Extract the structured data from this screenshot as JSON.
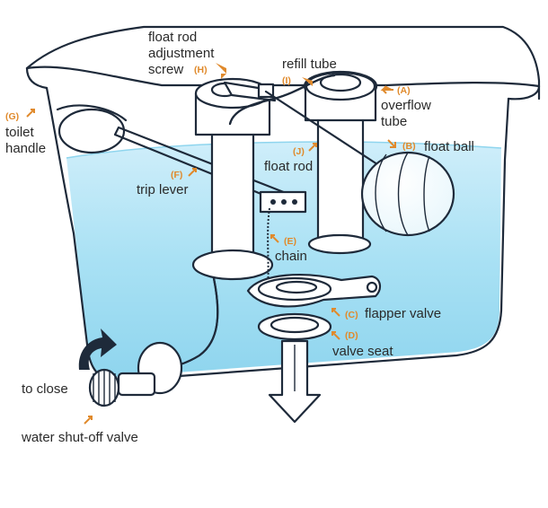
{
  "colors": {
    "water_light": "#cfeefa",
    "water_mid": "#a9e1f4",
    "water_deep": "#8fd5ee",
    "ink": "#1e2a3a",
    "accent": "#e08a2c"
  },
  "labels": {
    "float_rod_adjustment_screw": {
      "code": "(H)",
      "line1": "float rod",
      "line2": "adjustment",
      "line3": "screw"
    },
    "refill_tube": {
      "code": "(I)",
      "text": "refill tube"
    },
    "overflow_tube": {
      "code": "(A)",
      "line1": "overflow",
      "line2": "tube"
    },
    "toilet_handle": {
      "code": "(G)",
      "line1": "toilet",
      "line2": "handle"
    },
    "float_ball": {
      "code": "(B)",
      "text": "float ball"
    },
    "float_rod": {
      "code": "(J)",
      "text": "float rod"
    },
    "trip_lever": {
      "code": "(F)",
      "text": "trip lever"
    },
    "chain": {
      "code": "(E)",
      "text": "chain"
    },
    "flapper_valve": {
      "code": "(C)",
      "text": "flapper valve"
    },
    "valve_seat": {
      "code": "(D)",
      "text": "valve seat"
    },
    "to_close": {
      "text": "to close"
    },
    "water_shutoff_valve": {
      "text": "water shut-off valve"
    }
  },
  "icons": [
    "curved-arrow-icon",
    "down-arrow-icon",
    "pointer-arrow-icon"
  ]
}
